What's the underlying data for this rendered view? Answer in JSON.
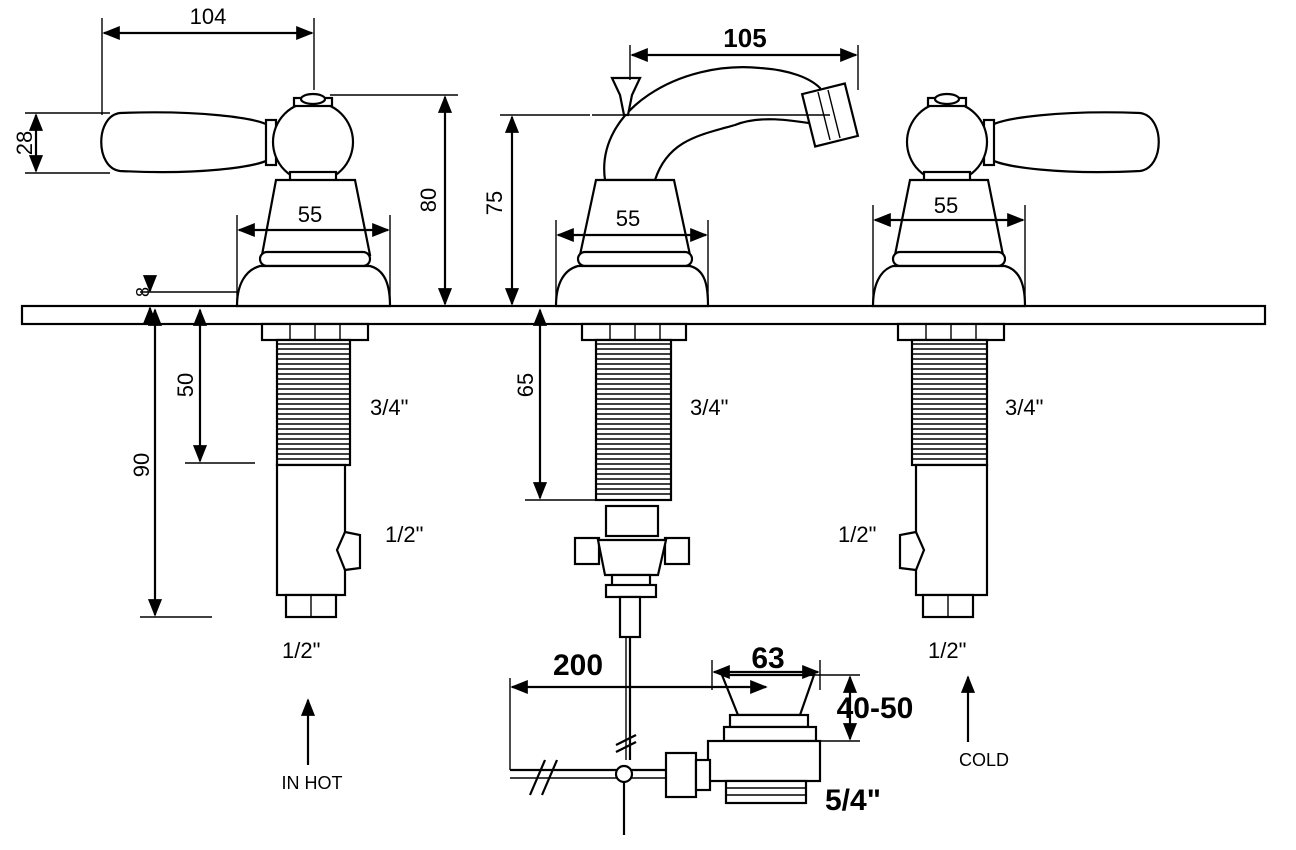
{
  "dimensions": {
    "handle_reach": "104",
    "handle_height": "28",
    "tap_height": "80",
    "spout_height": "75",
    "spout_reach": "105",
    "base_left": "55",
    "base_center": "55",
    "base_right": "55",
    "base_rim": "8",
    "shank_left": "50",
    "shank_center": "65",
    "overall_below": "90",
    "waste_length": "200",
    "waste_top": "63",
    "waste_depth": "40-50"
  },
  "threads": {
    "shank_left": "3/4\"",
    "shank_center": "3/4\"",
    "shank_right": "3/4\"",
    "side_left": "1/2\"",
    "side_right": "1/2\"",
    "bottom_left": "1/2\"",
    "bottom_right": "1/2\"",
    "waste": "5/4\""
  },
  "labels": {
    "inlet_hot": "IN HOT",
    "inlet_cold": "COLD"
  }
}
